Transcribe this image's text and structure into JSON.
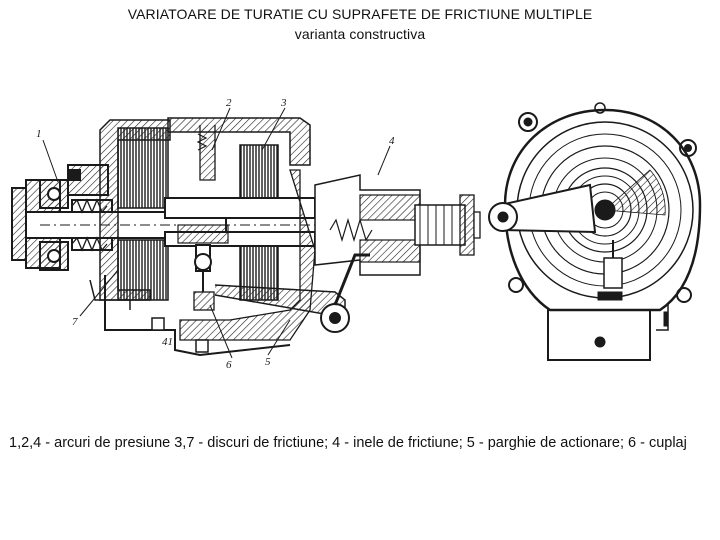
{
  "title": "VARIATOARE DE TURATIE CU SUPRAFETE DE FRICTIUNE MULTIPLE",
  "subtitle": "varianta constructiva",
  "part_labels": [
    "1",
    "2",
    "3",
    "4",
    "7",
    "41",
    "6",
    "5"
  ],
  "caption": "1,2,4 - arcuri de presiune 3,7 - discuri de frictiune; 4 - inele de frictiune; 5 - parghie de actionare; 6 - cuplaj"
}
